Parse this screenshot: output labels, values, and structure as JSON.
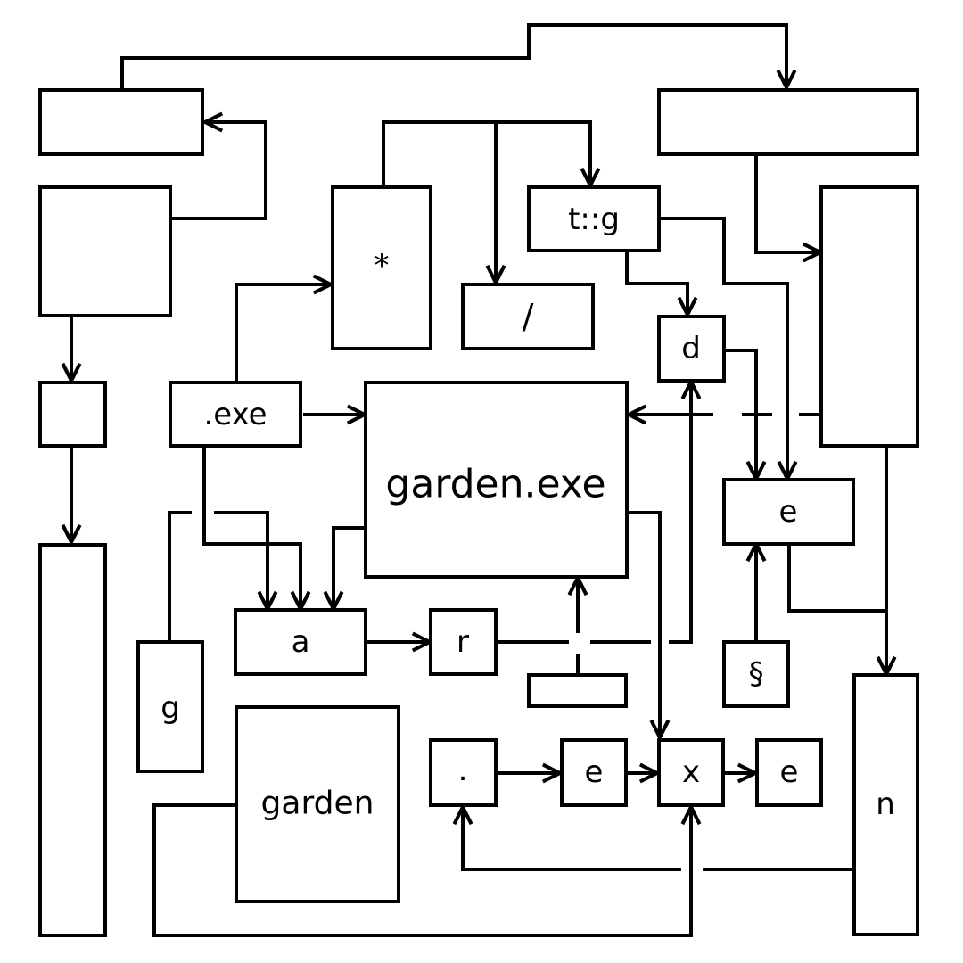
{
  "diagram": {
    "colors": {
      "stroke": "#000000",
      "background": "#ffffff"
    },
    "nodes": {
      "top_left_bar": "",
      "top_right_bar": "",
      "left_square": "",
      "left_small": "",
      "left_tall": "",
      "star_box": "*",
      "slash_box": "/",
      "tg_box": "t::g",
      "d_box": "d",
      "right_tall": "",
      "exe_box": ".exe",
      "main_box": "garden.exe",
      "e_box_right": "e",
      "a_box": "a",
      "r_box": "r",
      "small_bar": "",
      "section_box": "§",
      "g_box": "g",
      "garden_box": "garden",
      "dot_box": ".",
      "e_box_mid": "e",
      "x_box": "x",
      "e_box_end": "e",
      "n_box": "n"
    }
  }
}
